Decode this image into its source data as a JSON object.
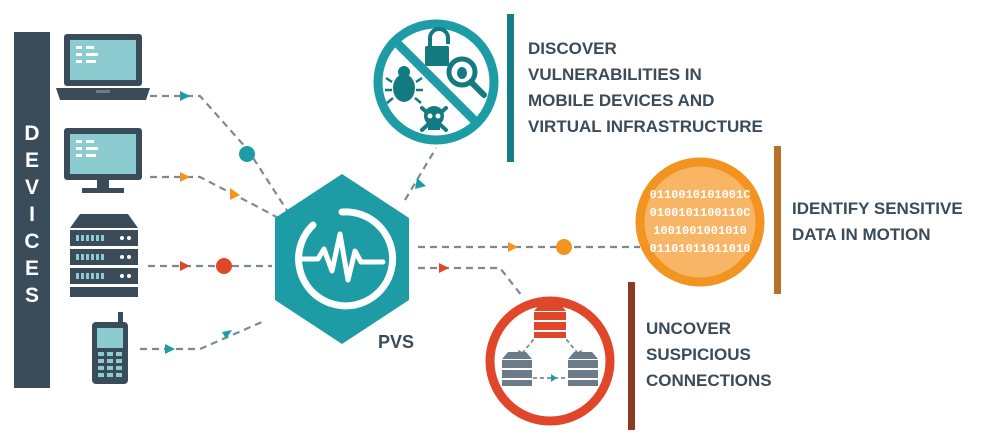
{
  "sidebar": {
    "label": "DEVICES",
    "letters": [
      "D",
      "E",
      "V",
      "I",
      "C",
      "E",
      "S"
    ]
  },
  "hub": {
    "label": "PVS"
  },
  "outcomes": {
    "vulnerabilities": {
      "lines": [
        "DISCOVER",
        "VULNERABILITIES IN",
        "MOBILE DEVICES AND",
        "VIRTUAL INFRASTRUCTURE"
      ]
    },
    "sensitive_data": {
      "lines": [
        "IDENTIFY SENSITIVE",
        "DATA IN MOTION"
      ],
      "binary": [
        "0110010101001C",
        "0100101100110C",
        "1001001001010",
        "01101011011010"
      ]
    },
    "connections": {
      "lines": [
        "UNCOVER",
        "SUSPICIOUS",
        "CONNECTIONS"
      ]
    }
  },
  "colors": {
    "sidebar": "#3a4b5a",
    "teal": "#1d9ca6",
    "teal_dark": "#147a82",
    "orange": "#f2941f",
    "orange_light": "#f7b565",
    "red": "#e0462a",
    "navy": "#3a4b5a",
    "gray_line": "#7d8a96",
    "bar_teal": "#147d86",
    "bar_orange": "#b8702a",
    "bar_red": "#8c3a22"
  },
  "icons": {
    "devices": [
      "laptop-icon",
      "desktop-monitor-icon",
      "server-rack-icon",
      "mobile-phone-icon"
    ],
    "vulnerability": [
      "lock-icon",
      "bug-icon",
      "magnifier-bug-icon",
      "skull-crossbones-icon"
    ],
    "hub": "heartbeat-pulse-icon"
  }
}
